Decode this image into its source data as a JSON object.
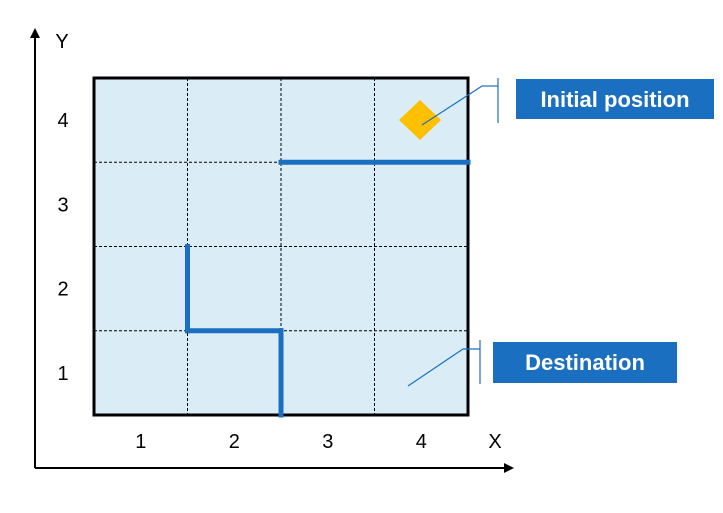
{
  "axes": {
    "x_label": "X",
    "y_label": "Y",
    "x_ticks": [
      "1",
      "2",
      "3",
      "4"
    ],
    "y_ticks": [
      "1",
      "2",
      "3",
      "4"
    ]
  },
  "grid": {
    "columns": 4,
    "rows": 4
  },
  "colors": {
    "grid_fill": "#daedf7",
    "grid_border": "#000000",
    "walls": "#1a6fc1",
    "marker": "#ffc000",
    "callout_fill": "#1a6fc1",
    "callout_text": "#ffffff"
  },
  "walls": [
    {
      "name": "wall-upper-horizontal",
      "points": [
        [
          2.5,
          3.5
        ],
        [
          4.5,
          3.5
        ]
      ]
    },
    {
      "name": "wall-vertical-left",
      "points": [
        [
          1.5,
          2.5
        ],
        [
          1.5,
          1.5
        ]
      ]
    },
    {
      "name": "wall-middle-horizontal",
      "points": [
        [
          1.5,
          1.5
        ],
        [
          2.5,
          1.5
        ]
      ]
    },
    {
      "name": "wall-vertical-bottom",
      "points": [
        [
          2.5,
          1.5
        ],
        [
          2.5,
          0.5
        ]
      ]
    }
  ],
  "initial_position": {
    "x": 4,
    "y": 4,
    "label": "Initial position",
    "marker": "diamond"
  },
  "destination": {
    "x": 4,
    "y": 1,
    "label": "Destination"
  }
}
